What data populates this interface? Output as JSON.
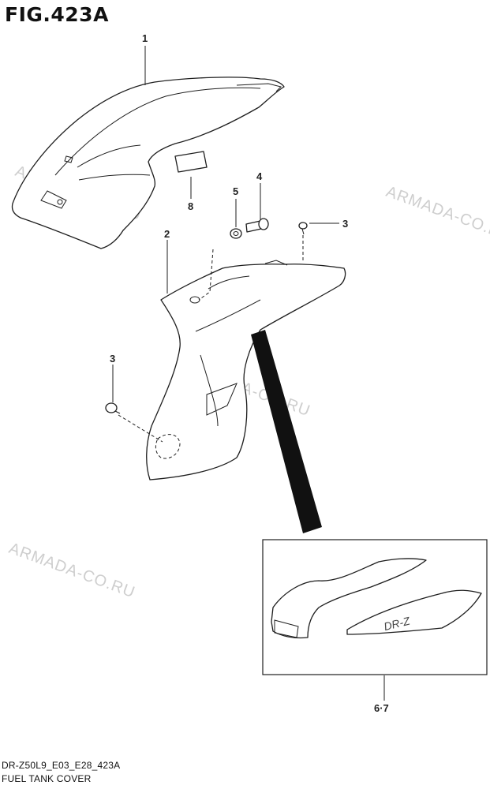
{
  "figure": {
    "title": "FIG.423A",
    "code": "DR-Z50L9_E03_E28_423A",
    "name": "FUEL TANK COVER"
  },
  "callouts": [
    {
      "id": "c1",
      "label": "1"
    },
    {
      "id": "c2",
      "label": "2"
    },
    {
      "id": "c3a",
      "label": "3"
    },
    {
      "id": "c3b",
      "label": "3"
    },
    {
      "id": "c4",
      "label": "4"
    },
    {
      "id": "c5",
      "label": "5"
    },
    {
      "id": "c8",
      "label": "8"
    },
    {
      "id": "c67",
      "label": "6·7"
    }
  ],
  "watermark": {
    "text": "ARMADA-CO.RU"
  }
}
